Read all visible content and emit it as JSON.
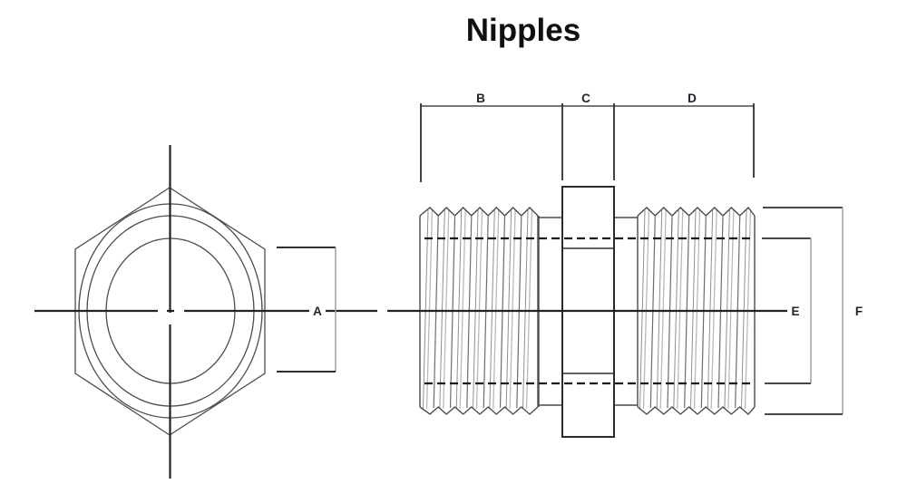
{
  "title": "Nipples",
  "drawing": {
    "kind": "technical line drawing, end view (hex) and side view (threaded nipple)",
    "dimension_labels": {
      "a": "A",
      "b": "B",
      "c": "C",
      "d": "D",
      "e": "E",
      "f": "F"
    }
  },
  "colors": {
    "background": "#ffffff",
    "outline": "#2e2e2e",
    "geometry_gray": "#4d4d4d",
    "thread_gray": "#9a9a9a",
    "dashed_line": "#1c1c1c",
    "label_text": "#23232e",
    "title_text": "#101010"
  }
}
